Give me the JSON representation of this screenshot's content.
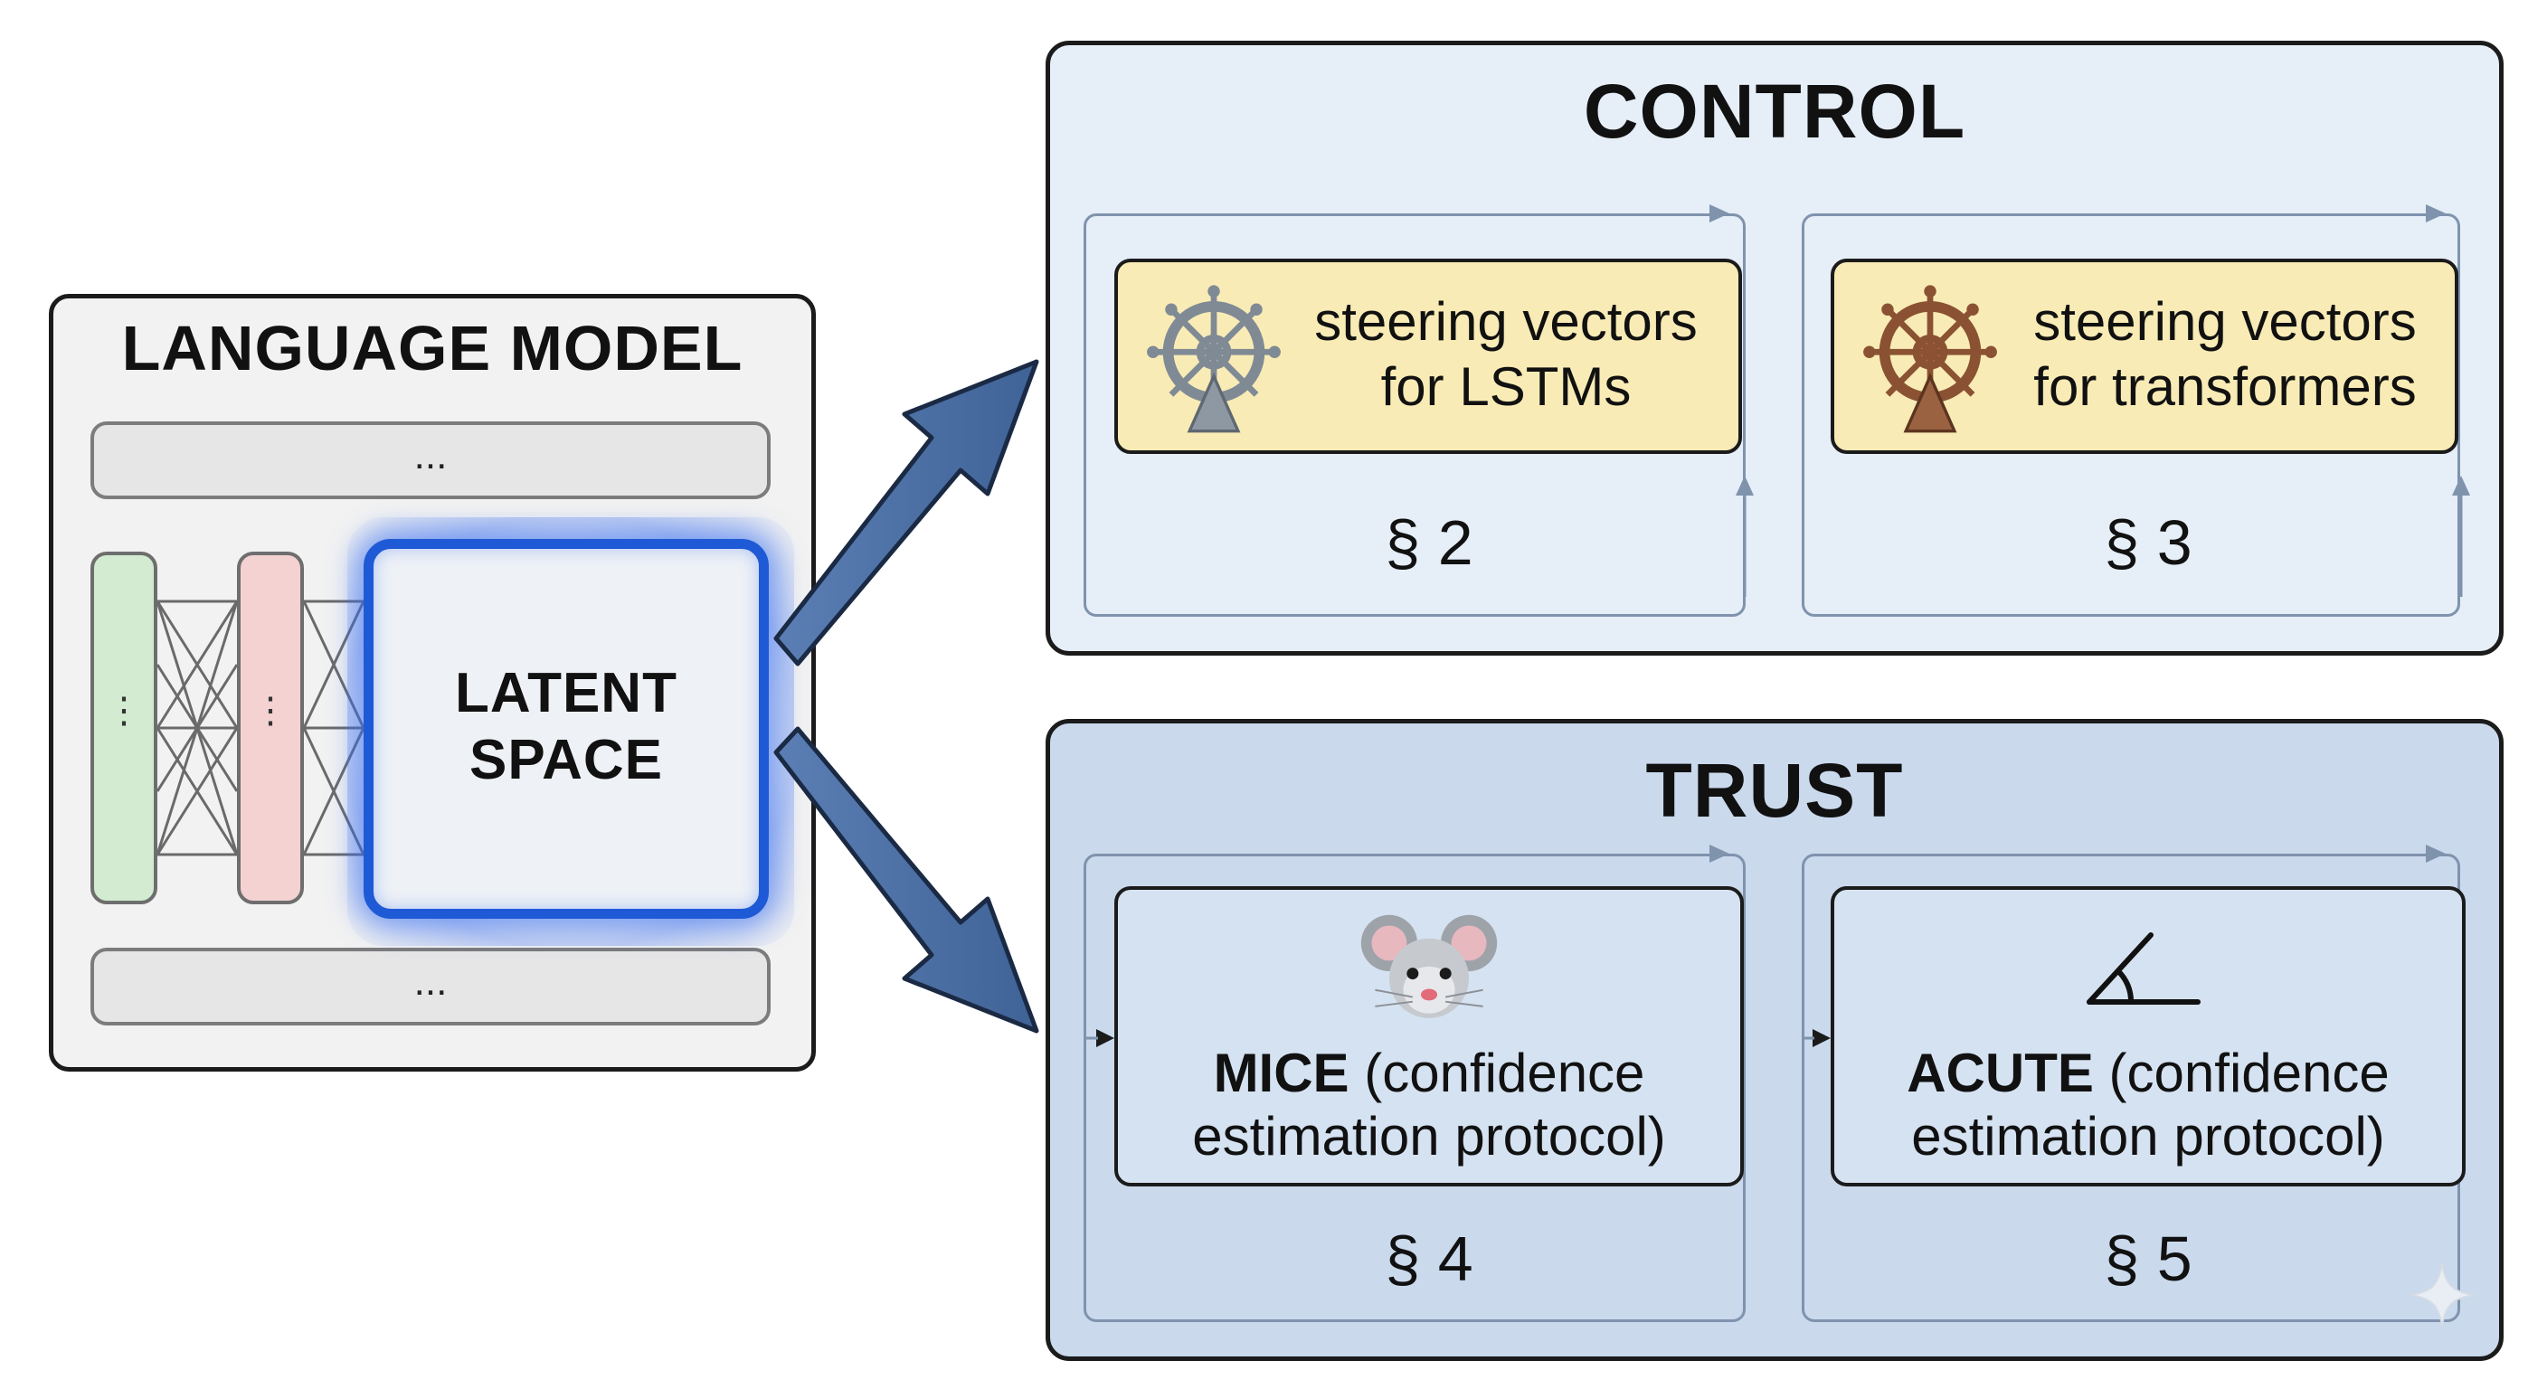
{
  "language_model": {
    "title": "LANGUAGE MODEL",
    "top_ellipsis": "...",
    "bottom_ellipsis": "...",
    "layer_dots": "⋮",
    "latent_line1": "LATENT",
    "latent_line2": "SPACE"
  },
  "control": {
    "title": "CONTROL",
    "items": [
      {
        "line1": "steering vectors",
        "line2": "for LSTMs",
        "section": "§ 2",
        "icon": "ship-wheel-icon",
        "icon_color": "#7f8a95"
      },
      {
        "line1": "steering vectors",
        "line2": "for transformers",
        "section": "§ 3",
        "icon": "ship-wheel-icon",
        "icon_color": "#8a5232"
      }
    ]
  },
  "trust": {
    "title": "TRUST",
    "items": [
      {
        "name": "MICE",
        "rest": " (confidence",
        "line2": "estimation protocol)",
        "section": "§ 4",
        "icon": "mouse-icon"
      },
      {
        "name": "ACUTE",
        "rest": " (confidence",
        "line2": "estimation protocol)",
        "section": "§ 5",
        "icon": "angle-icon"
      }
    ]
  },
  "colors": {
    "arrow": "#4a6fa5",
    "latent_border": "#1f5ad6",
    "control_bg": "#e6eef8",
    "trust_bg": "#cad9ec",
    "steering_card": "#f9ebb5"
  }
}
